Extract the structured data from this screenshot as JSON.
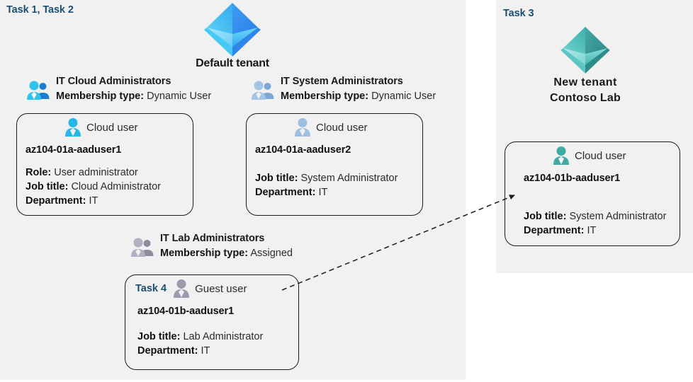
{
  "colors": {
    "panel_background": "#f1f1f1",
    "page_background": "#ffffff",
    "task_label": "#1b4f72",
    "tenant_default_icon": "#2f9ff0",
    "tenant_new_icon": "#3fb5b0",
    "card_border": "#1c1c1c",
    "cloud_user_icon_primary": "#29b6e8",
    "cloud_user_icon_muted": "#9bbee0",
    "cloud_user_icon_teal": "#3fa9a4",
    "guest_user_icon": "#9b9bb0",
    "connector": "#1c1c1c"
  },
  "left_panel": {
    "task_label": "Task 1, Task 2",
    "tenant": {
      "icon": "azure-ad-tenant-icon",
      "name": "Default tenant"
    },
    "groups": [
      {
        "icon": "user-group-icon",
        "name": "IT Cloud Administrators",
        "meta_label": "Membership type:",
        "meta_value": "Dynamic User"
      },
      {
        "icon": "user-group-icon",
        "name": "IT System Administrators",
        "meta_label": "Membership type:",
        "meta_value": "Dynamic User"
      },
      {
        "icon": "user-group-icon",
        "name": "IT Lab Administrators",
        "meta_label": "Membership type:",
        "meta_value": "Assigned"
      }
    ],
    "cards": [
      {
        "task_inline": "",
        "user_icon": "cloud-user-icon",
        "user_type": "Cloud user",
        "username": "az104-01a-aaduser1",
        "attributes": [
          {
            "label": "Role:",
            "value": "User administrator"
          },
          {
            "label": "Job title:",
            "value": "Cloud Administrator"
          },
          {
            "label": "Department:",
            "value": "IT"
          }
        ]
      },
      {
        "task_inline": "",
        "user_icon": "cloud-user-icon",
        "user_type": "Cloud user",
        "username": "az104-01a-aaduser2",
        "attributes": [
          {
            "label": "Job title:",
            "value": "System Administrator"
          },
          {
            "label": "Department:",
            "value": "IT"
          }
        ]
      },
      {
        "task_inline": "Task 4",
        "user_icon": "guest-user-icon",
        "user_type": "Guest user",
        "username": "az104-01b-aaduser1",
        "attributes": [
          {
            "label": "Job title:",
            "value": "Lab Administrator"
          },
          {
            "label": "Department:",
            "value": "IT"
          }
        ]
      }
    ]
  },
  "right_panel": {
    "task_label": "Task 3",
    "tenant": {
      "icon": "azure-ad-tenant-icon",
      "name_line1": "New  tenant",
      "name_line2": "Contoso Lab"
    },
    "card": {
      "user_icon": "cloud-user-icon",
      "user_type": "Cloud user",
      "username": "az104-01b-aaduser1",
      "attributes": [
        {
          "label": "Job title:",
          "value": "System Administrator"
        },
        {
          "label": "Department:",
          "value": "IT"
        }
      ]
    }
  },
  "connector": {
    "style": "dashed-arrow",
    "from": "guest-user-card",
    "to": "new-tenant-cloud-user-card"
  }
}
